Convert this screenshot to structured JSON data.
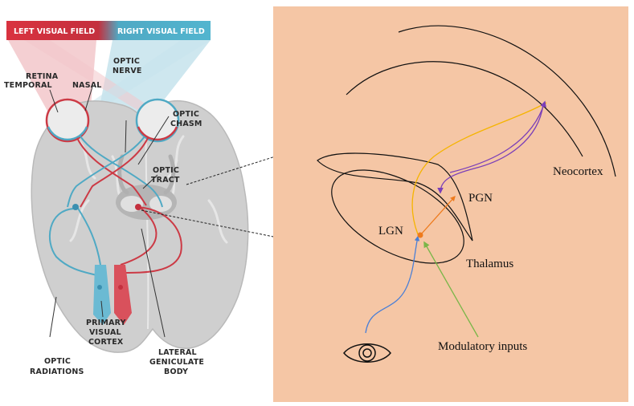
{
  "left_panel": {
    "banner": {
      "left": "LEFT VISUAL FIELD",
      "right": "RIGHT VISUAL FIELD",
      "colors": {
        "left": "#d9323f",
        "right": "#52b5cf"
      }
    },
    "labels": {
      "retina": "RETINA",
      "temporal": "TEMPORAL",
      "nasal": "NASAL",
      "optic_nerve_1": "OPTIC",
      "optic_nerve_2": "NERVE",
      "optic_chasm_1": "OPTIC",
      "optic_chasm_2": "CHASM",
      "optic_tract_1": "OPTIC",
      "optic_tract_2": "TRACT",
      "primary_visual_cortex_1": "PRIMARY",
      "primary_visual_cortex_2": "VISUAL",
      "primary_visual_cortex_3": "CORTEX",
      "optic_radiations_1": "OPTIC",
      "optic_radiations_2": "RADIATIONS",
      "lateral_geniculate_body_1": "LATERAL",
      "lateral_geniculate_body_2": "GENICULATE",
      "lateral_geniculate_body_3": "BODY"
    }
  },
  "right_panel": {
    "background": "#f5c6a5",
    "labels": {
      "neocortex": "Neocortex",
      "pgn": "PGN",
      "lgn": "LGN",
      "thalamus": "Thalamus",
      "modulatory_inputs": "Modulatory inputs"
    },
    "pathway_colors": {
      "retinal_input": "#4a7fd6",
      "thalamocortical": "#f5b400",
      "corticothalamic": "#7b3fb8",
      "lgn_to_pgn": "#ee7a1c",
      "modulatory": "#7ab648"
    }
  }
}
